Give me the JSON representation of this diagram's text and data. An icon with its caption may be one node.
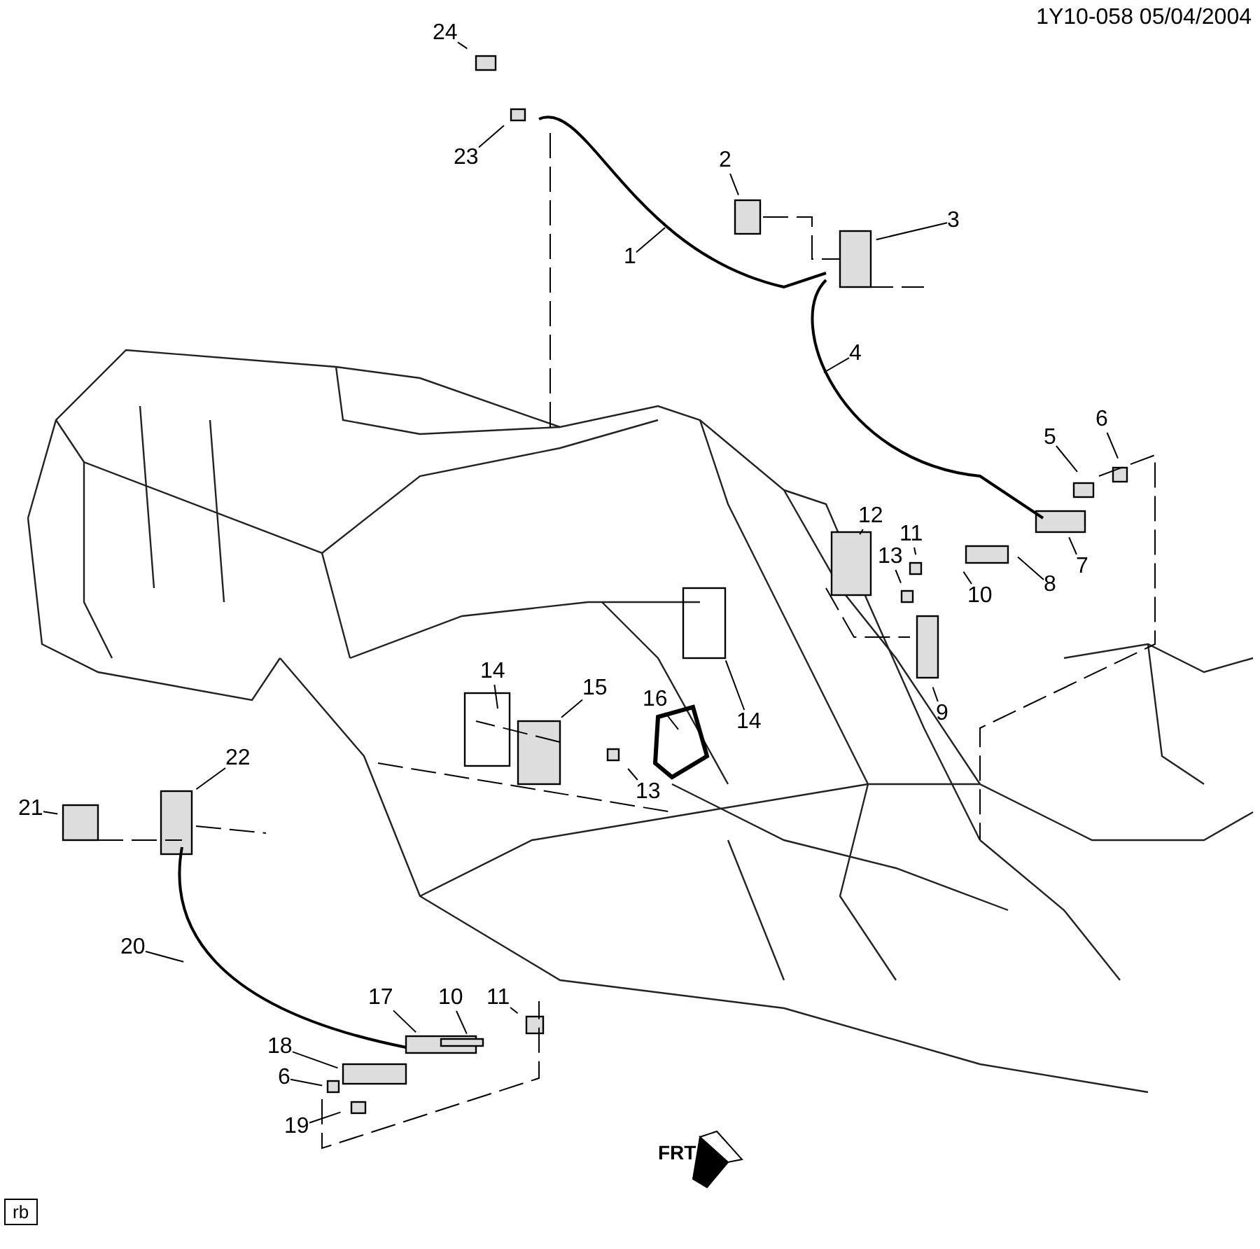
{
  "diagram": {
    "nodes": [
      {
        "text": [
          "24"
        ]
      },
      {
        "text": [
          "23"
        ]
      },
      {
        "text": [
          "2"
        ]
      },
      {
        "text": [
          "1"
        ]
      },
      {
        "text": [
          "3"
        ]
      },
      {
        "text": [
          "4"
        ]
      },
      {
        "text": [
          "6"
        ]
      },
      {
        "text": [
          "5"
        ]
      },
      {
        "text": [
          "12"
        ]
      },
      {
        "text": [
          "11"
        ]
      },
      {
        "text": [
          "13"
        ]
      },
      {
        "text": [
          "10"
        ]
      },
      {
        "text": [
          "8"
        ]
      },
      {
        "text": [
          "7"
        ]
      },
      {
        "text": [
          "9"
        ]
      },
      {
        "text": [
          "14"
        ]
      },
      {
        "text": [
          "15"
        ]
      },
      {
        "text": [
          "16"
        ]
      },
      {
        "text": [
          "13"
        ]
      },
      {
        "text": [
          "14"
        ]
      },
      {
        "text": [
          "22"
        ]
      },
      {
        "text": [
          "21"
        ]
      },
      {
        "text": [
          "20"
        ]
      },
      {
        "text": [
          "17"
        ]
      },
      {
        "text": [
          "10"
        ]
      },
      {
        "text": [
          "11"
        ]
      },
      {
        "text": [
          "18"
        ]
      },
      {
        "text": [
          "6"
        ]
      },
      {
        "text": [
          "19"
        ]
      }
    ],
    "edges": [
      {
        "from": 0,
        "to": null,
        "arrow": "none"
      },
      {
        "from": 1,
        "to": null,
        "arrow": "none"
      },
      {
        "from": 2,
        "to": null,
        "arrow": "none"
      },
      {
        "from": 3,
        "to": null,
        "arrow": "none"
      },
      {
        "from": 4,
        "to": null,
        "arrow": "none"
      },
      {
        "from": 5,
        "to": null,
        "arrow": "none"
      },
      {
        "from": 6,
        "to": null,
        "arrow": "none"
      },
      {
        "from": 7,
        "to": null,
        "arrow": "none"
      },
      {
        "from": 8,
        "to": null,
        "arrow": "none"
      },
      {
        "from": 9,
        "to": null,
        "arrow": "none"
      },
      {
        "from": 10,
        "to": null,
        "arrow": "none"
      },
      {
        "from": 11,
        "to": null,
        "arrow": "none"
      },
      {
        "from": 12,
        "to": null,
        "arrow": "none"
      },
      {
        "from": 13,
        "to": null,
        "arrow": "none"
      },
      {
        "from": 14,
        "to": null,
        "arrow": "none"
      },
      {
        "from": 15,
        "to": null,
        "arrow": "none"
      },
      {
        "from": 16,
        "to": null,
        "arrow": "none"
      },
      {
        "from": 17,
        "to": null,
        "arrow": "none"
      },
      {
        "from": 18,
        "to": null,
        "arrow": "none"
      },
      {
        "from": 19,
        "to": null,
        "arrow": "none"
      },
      {
        "from": 20,
        "to": null,
        "arrow": "none"
      },
      {
        "from": 21,
        "to": null,
        "arrow": "none"
      },
      {
        "from": 22,
        "to": null,
        "arrow": "none"
      },
      {
        "from": 23,
        "to": null,
        "arrow": "none"
      },
      {
        "from": 24,
        "to": null,
        "arrow": "none"
      },
      {
        "from": 25,
        "to": null,
        "arrow": "none"
      },
      {
        "from": 26,
        "to": null,
        "arrow": "none"
      },
      {
        "from": 27,
        "to": null,
        "arrow": "none"
      },
      {
        "from": 28,
        "to": null,
        "arrow": "none"
      }
    ],
    "labels": [
      "1Y10-058  05/04/2004",
      "FRT",
      "rb"
    ]
  }
}
